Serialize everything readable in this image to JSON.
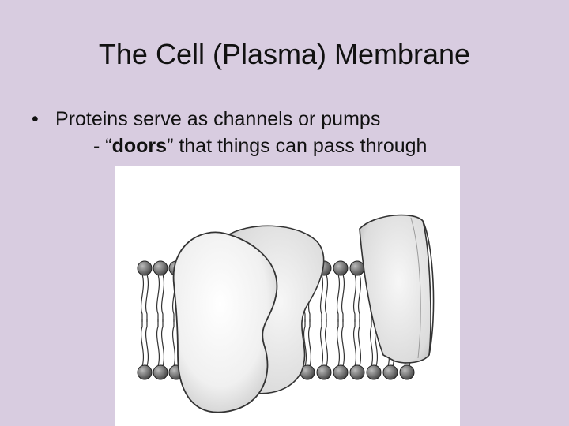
{
  "slide": {
    "title": "The Cell (Plasma) Membrane",
    "bullet": {
      "marker": "•",
      "text": "Proteins serve as channels or pumps",
      "sub_prefix": "- “",
      "sub_bold": "doors",
      "sub_suffix": "” that things can pass through"
    },
    "colors": {
      "background": "#d8cce0",
      "text": "#111111",
      "figure_background": "#ffffff",
      "phospholipid_head": "#555555"
    }
  }
}
